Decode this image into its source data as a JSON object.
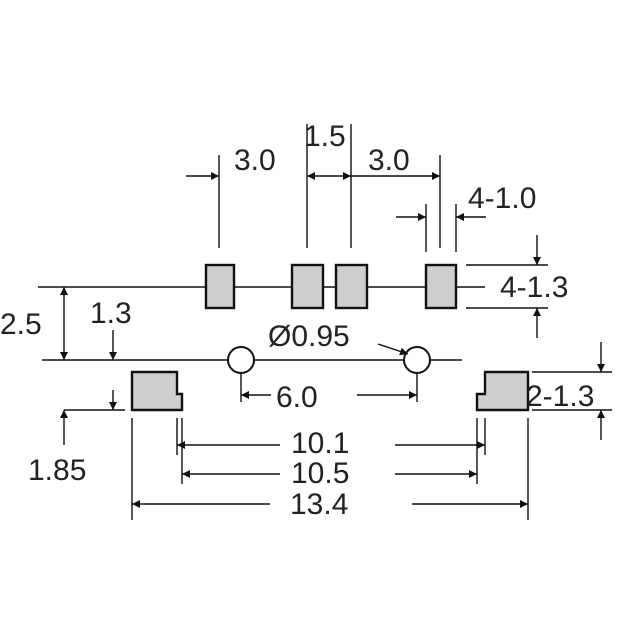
{
  "labels": {
    "d_3_0_left": "3.0",
    "d_1_5": "1.5",
    "d_3_0_right": "3.0",
    "d_4_1_0": "4-1.0",
    "d_4_1_3": "4-1.3",
    "d_2_5": "2.5",
    "d_1_3": "1.3",
    "d_hole": "Ø0.95",
    "d_6_0": "6.0",
    "d_2_1_3": "2-1.3",
    "d_10_1": "10.1",
    "d_10_5": "10.5",
    "d_1_85": "1.85",
    "d_13_4": "13.4"
  },
  "colors": {
    "pad_fill": "#cfcfcf",
    "line": "#111111",
    "text": "#222222"
  }
}
